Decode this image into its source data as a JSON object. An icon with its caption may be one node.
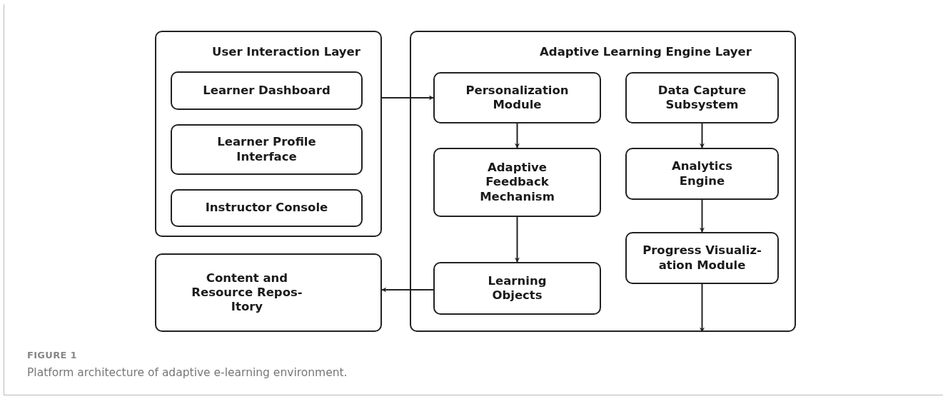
{
  "diagram": {
    "caption": "Platform architecture of adaptive e-learning environment.",
    "nodes": [
      {
        "text": [
          "User Interaction Layer"
        ]
      },
      {
        "text": [
          "Learner Dashboard"
        ],
        "in": 0
      },
      {
        "text": [
          "Learner Profile Interface"
        ],
        "in": 0
      },
      {
        "text": [
          "Instructor Console"
        ],
        "in": 0
      },
      {
        "text": [
          "Content and Resource Repos- Itory"
        ]
      },
      {
        "text": [
          "Adaptive Learning Engine Layer"
        ]
      },
      {
        "text": [
          "Personalization Module"
        ],
        "in": 5
      },
      {
        "text": [
          "Adaptive Feedback Mechanism"
        ],
        "in": 5
      },
      {
        "text": [
          "Learning Objects"
        ],
        "in": 5
      },
      {
        "text": [
          "Data Capture Subsystem"
        ],
        "in": 5
      },
      {
        "text": [
          "Analytics Engine"
        ],
        "in": 5
      },
      {
        "text": [
          "Progress Visualiz- ation Module"
        ],
        "in": 5
      }
    ],
    "edges": [
      {
        "from": 0,
        "to": 6,
        "arrow": "to"
      },
      {
        "from": 6,
        "to": 7,
        "arrow": "to"
      },
      {
        "from": 7,
        "to": 8,
        "arrow": "to"
      },
      {
        "from": 8,
        "to": 4,
        "arrow": "to"
      },
      {
        "from": 9,
        "to": 10,
        "arrow": "to"
      },
      {
        "from": 10,
        "to": 11,
        "arrow": "to"
      },
      {
        "from": 11,
        "to": null,
        "arrow": "to"
      }
    ],
    "labels": [
      "FIGURE 1"
    ]
  }
}
